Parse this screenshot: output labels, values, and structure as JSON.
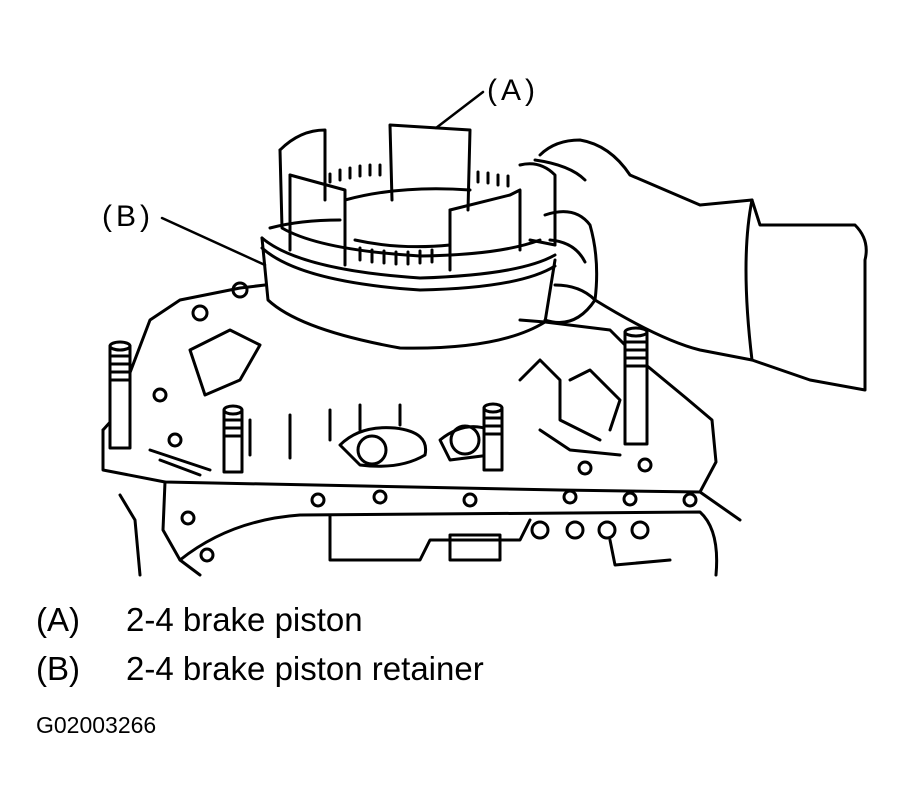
{
  "callouts": {
    "a": "(A)",
    "b": "(B)"
  },
  "legend": [
    {
      "key": "(A)",
      "label": "2-4 brake piston"
    },
    {
      "key": "(B)",
      "label": "2-4 brake piston retainer"
    }
  ],
  "figure_code": "G02003266"
}
